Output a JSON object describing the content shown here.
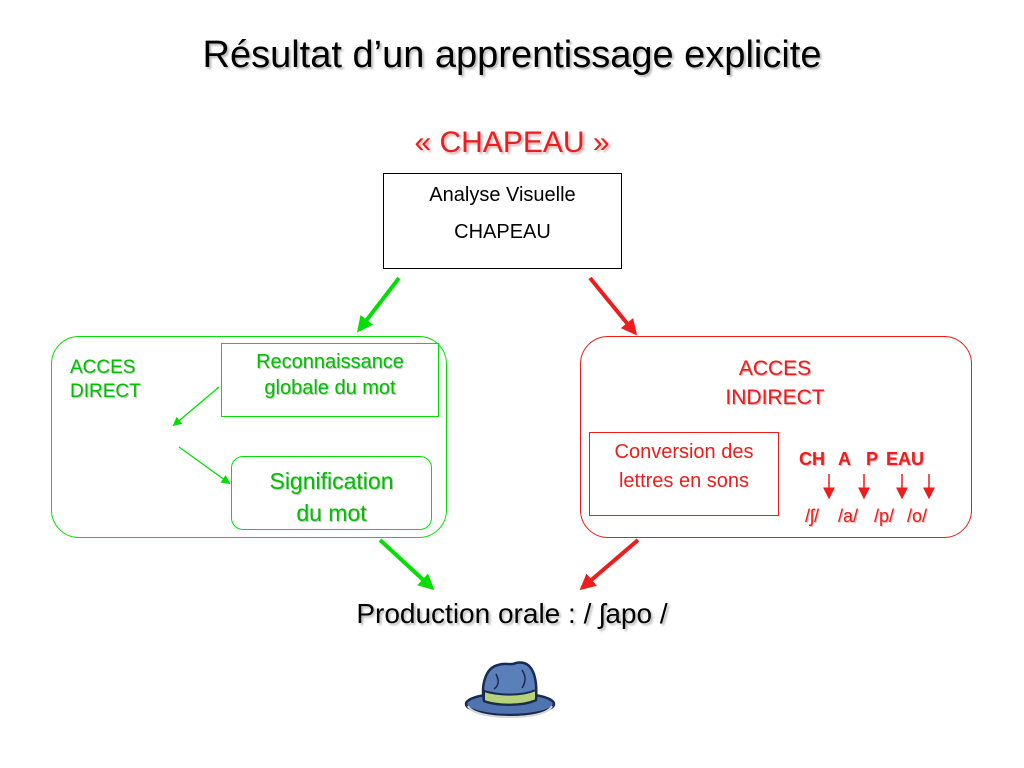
{
  "title": "Résultat d’un apprentissage explicite",
  "word": "« CHAPEAU »",
  "analyse": {
    "line1": "Analyse Visuelle",
    "line2": "CHAPEAU"
  },
  "left_path": {
    "acces_line1": "ACCES",
    "acces_line2": "DIRECT",
    "recognition_line1": "Reconnaissance",
    "recognition_line2": "globale du mot",
    "meaning_line1": "Signification",
    "meaning_line2": "du mot"
  },
  "right_path": {
    "acces_line1": "ACCES",
    "acces_line2": "INDIRECT",
    "conversion_line1": "Conversion des",
    "conversion_line2": "lettres en sons",
    "graphemes": [
      "CH",
      "A",
      "P",
      "EAU"
    ],
    "phonemes": [
      "/ʃ/",
      "/a/",
      "/p/",
      "/o/"
    ]
  },
  "production": "Production orale : / ʃapo /",
  "colors": {
    "direct": "#00e000",
    "direct_text": "#00c000",
    "indirect": "#ee1c1c",
    "text": "#000000"
  },
  "icons": {
    "hat": "hat-icon"
  }
}
